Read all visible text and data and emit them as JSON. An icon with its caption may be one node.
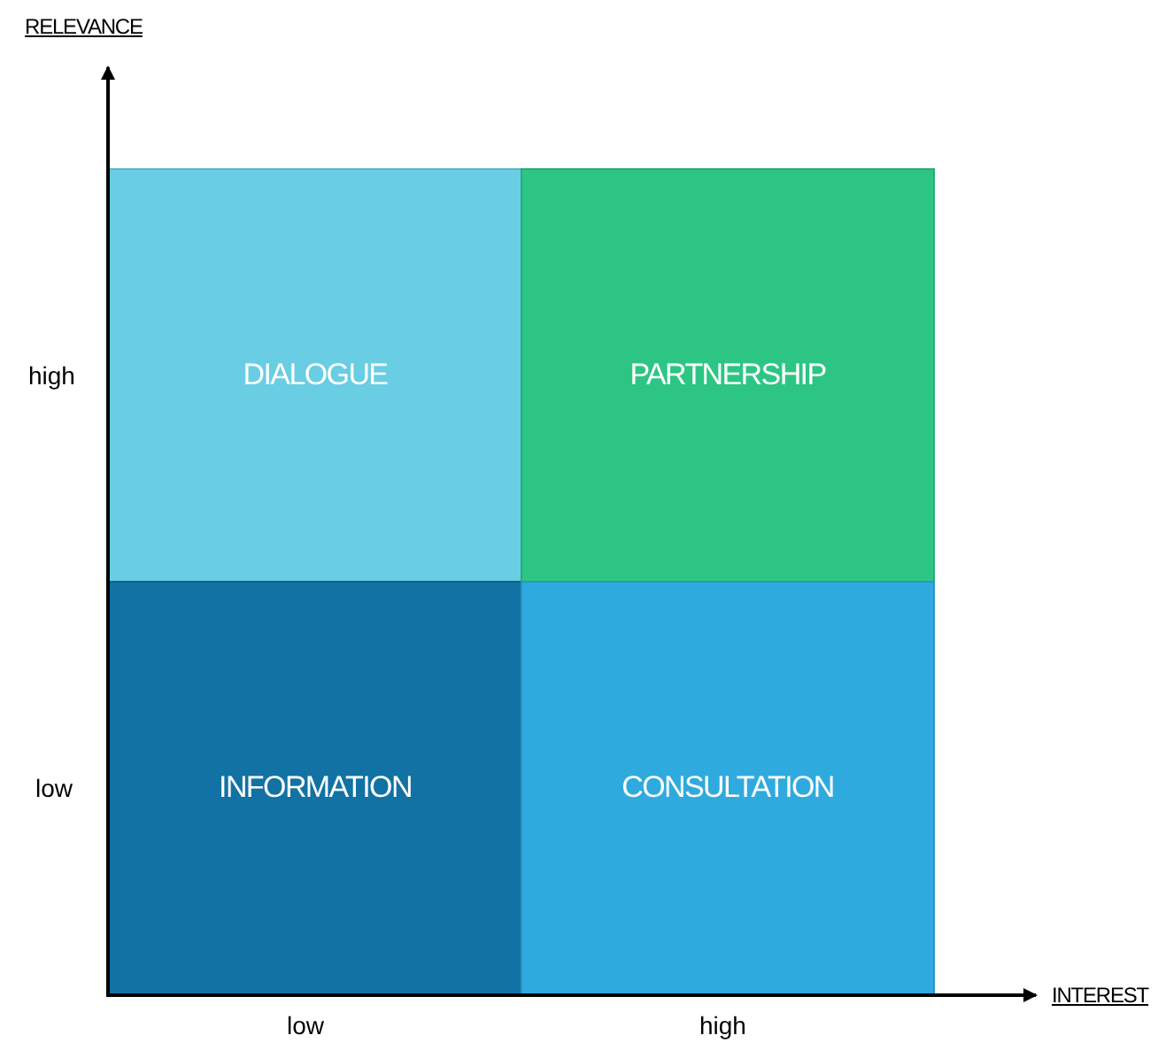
{
  "diagram": {
    "nodes": [
      {
        "text": [
          "DIALOGUE"
        ]
      },
      {
        "text": [
          "PARTNERSHIP"
        ]
      },
      {
        "text": [
          "INFORMATION"
        ]
      },
      {
        "text": [
          "CONSULTATION"
        ]
      }
    ],
    "edges": [],
    "labels": [
      "RELEVANCE",
      "high",
      "low",
      "INTEREST",
      "low",
      "high"
    ]
  }
}
